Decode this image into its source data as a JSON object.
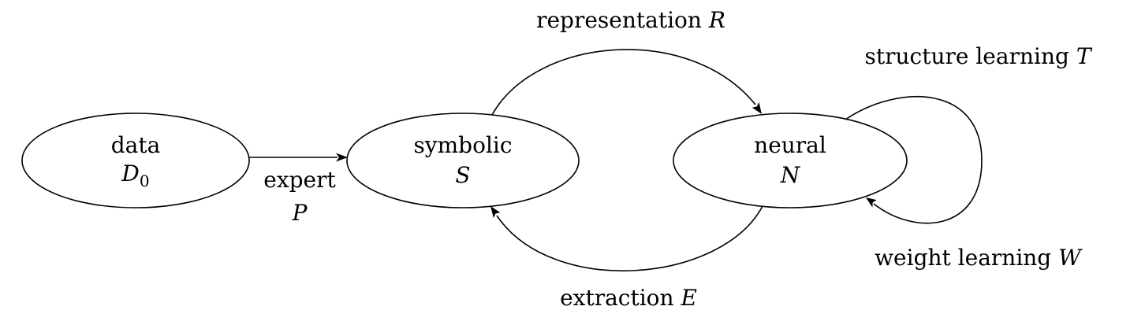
{
  "nodes": {
    "data": {
      "name": "data",
      "symbol": "D",
      "subscript": "0"
    },
    "symbolic": {
      "name": "symbolic",
      "symbol": "S"
    },
    "neural": {
      "name": "neural",
      "symbol": "N"
    }
  },
  "edges": {
    "expert": {
      "text": "expert",
      "symbol": "P"
    },
    "representation": {
      "text": "representation",
      "symbol": "R"
    },
    "extraction": {
      "text": "extraction",
      "symbol": "E"
    },
    "structure_learning": {
      "text": "structure learning",
      "symbol": "T"
    },
    "weight_learning": {
      "text": "weight learning",
      "symbol": "W"
    }
  }
}
